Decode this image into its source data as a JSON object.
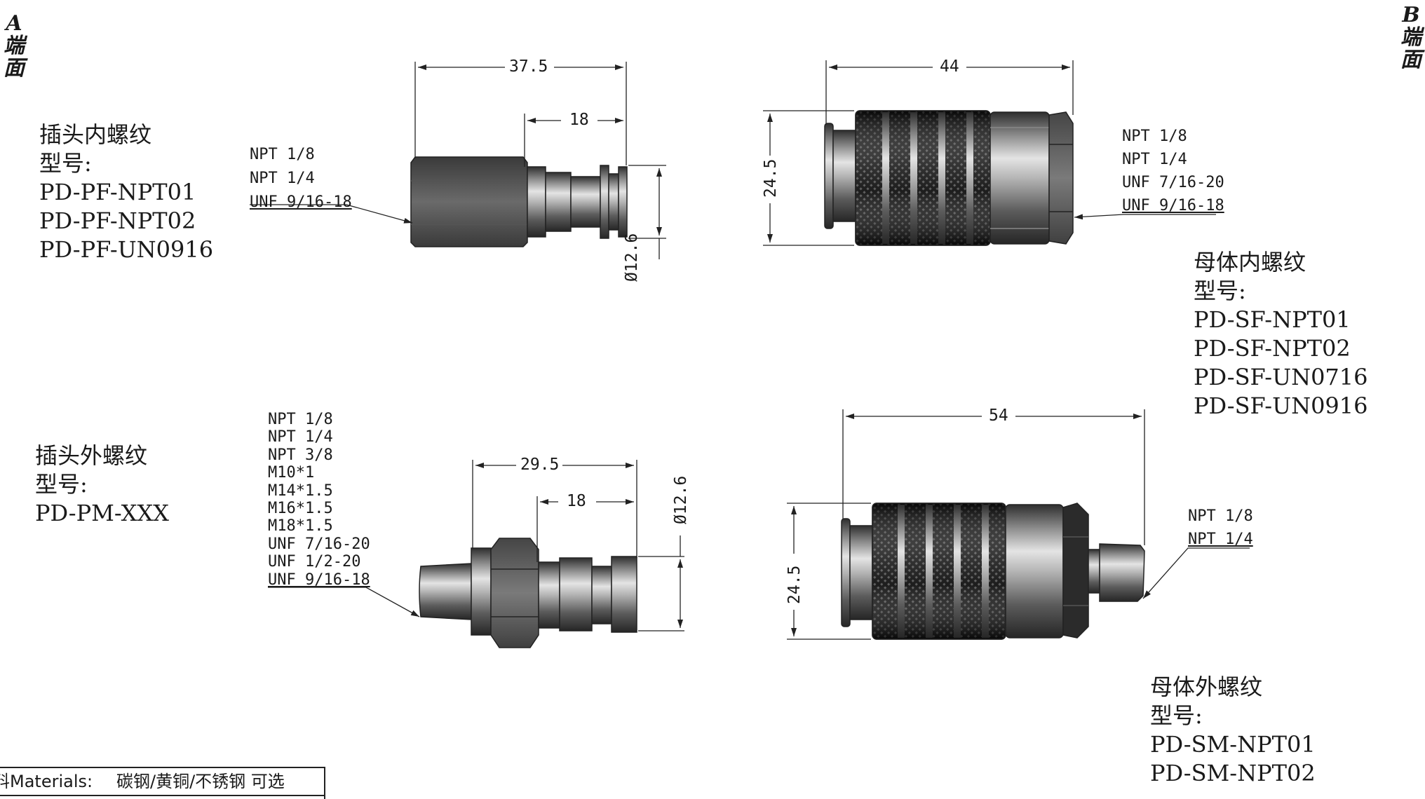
{
  "corners": {
    "a_letter": "A",
    "a_text1": "端",
    "a_text2": "面",
    "b_letter": "B",
    "b_text1": "端",
    "b_text2": "面"
  },
  "plug_female": {
    "title": "插头内螺纹",
    "label": "型号:",
    "models": [
      "PD-PF-NPT01",
      "PD-PF-NPT02",
      "PD-PF-UN0916"
    ],
    "threads": [
      "NPT 1/8",
      "NPT 1/4",
      "UNF 9/16-18"
    ],
    "dims": {
      "overall": "37.5",
      "nose": "18",
      "dia": "Ø12.6"
    }
  },
  "socket_female": {
    "title": "母体内螺纹",
    "label": "型号:",
    "models": [
      "PD-SF-NPT01",
      "PD-SF-NPT02",
      "PD-SF-UN0716",
      "PD-SF-UN0916"
    ],
    "threads": [
      "NPT 1/8",
      "NPT 1/4",
      "UNF 7/16-20",
      "UNF 9/16-18"
    ],
    "dims": {
      "overall": "44",
      "height": "24.5"
    }
  },
  "plug_male": {
    "title": "插头外螺纹",
    "label": "型号:",
    "models": [
      "PD-PM-XXX"
    ],
    "threads": [
      "NPT 1/8",
      "NPT 1/4",
      "NPT 3/8",
      "M10*1",
      "M14*1.5",
      "M16*1.5",
      "M18*1.5",
      "UNF 7/16-20",
      "UNF 1/2-20",
      "UNF 9/16-18"
    ],
    "dims": {
      "overall": "29.5",
      "nose": "18",
      "dia": "Ø12.6"
    }
  },
  "socket_male": {
    "title": "母体外螺纹",
    "label": "型号:",
    "models": [
      "PD-SM-NPT01",
      "PD-SM-NPT02"
    ],
    "threads": [
      "NPT 1/8",
      "NPT 1/4"
    ],
    "dims": {
      "overall": "54",
      "height": "24.5"
    }
  },
  "materials": {
    "label": "料Materials:",
    "value": "碳钢/黄铜/不锈钢 可选"
  }
}
